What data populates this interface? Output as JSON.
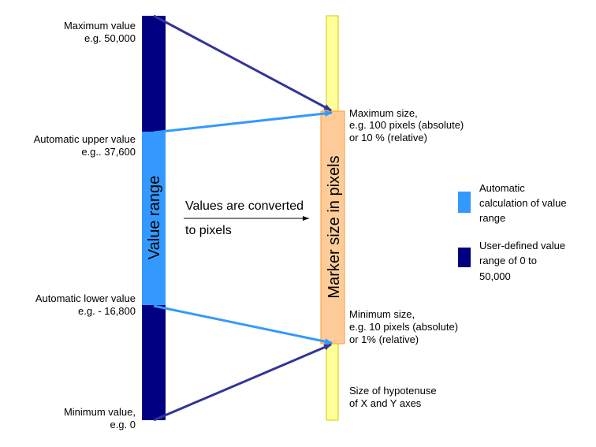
{
  "colors": {
    "user_defined": "#000080",
    "automatic": "#3399FF",
    "marker_size": "#FFCC99",
    "hypotenuse": "#FFFF99",
    "arrow_dark": "#333399"
  },
  "value_bar": {
    "title": "Value range",
    "max_label": "Maximum value",
    "max_example": "e.g. 50,000",
    "upper_label": "Automatic upper value",
    "upper_example": "e.g.. 37,600",
    "lower_label": "Automatic lower value",
    "lower_example": "e.g. -  16,800",
    "min_label": "Minimum value,",
    "min_example": "e.g. 0"
  },
  "conversion": {
    "line1": "Values are converted",
    "line2": "to pixels"
  },
  "marker_bar": {
    "title": "Marker size in pixels",
    "max_lines": [
      "Maximum size,",
      "e.g. 100 pixels (absolute)",
      "or 10 % (relative)"
    ],
    "min_lines": [
      "Minimum size,",
      "e.g. 10 pixels (absolute)",
      "or 1% (relative)"
    ],
    "hyp_lines": [
      "Size of hypotenuse",
      "of X and Y axes"
    ]
  },
  "legend": {
    "automatic_lines": [
      "Automatic",
      "calculation  of value",
      "range"
    ],
    "user_lines": [
      "User-defined value",
      "range of 0 to",
      "50,000"
    ]
  }
}
